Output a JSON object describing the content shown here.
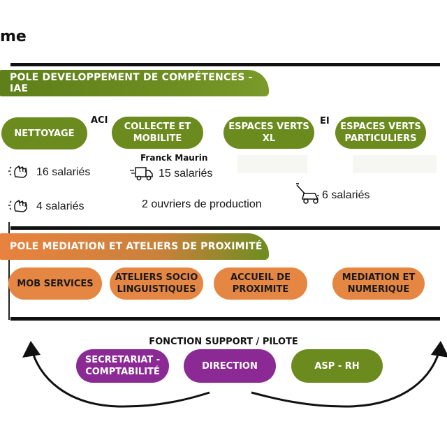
{
  "header": {
    "logo_text": "me"
  },
  "pole1": {
    "title": "POLE DEVELOPPEMENT DE COMPÉTENCES - IAE",
    "aci_label": "ACI",
    "ei_label": "EI",
    "services": [
      {
        "label": "NETTOYAGE"
      },
      {
        "label": "COLLECTE ET MOBILITE"
      },
      {
        "label": "ESPACES VERTS XL"
      },
      {
        "label": "ESPACES VERTS PARTICULIERS"
      }
    ],
    "manager_name": "Franck Maurin",
    "stats": {
      "nettoyage_salaries": "16 salariés",
      "nettoyage_salaries_2": "4 salariés",
      "collecte_salaries": "15 salariés",
      "ouvriers": "2 ouvriers de production",
      "espaces_salaries": "6 salariés"
    }
  },
  "pole2": {
    "title": "POLE MEDIATION ET ATELIERS DE PROXIMITÉ",
    "services": [
      {
        "label": "MOB SERVICES"
      },
      {
        "label": "ATELIERS SOCIO LINGUISTIQUES"
      },
      {
        "label": "ACCUEIL DE PROXIMITE"
      },
      {
        "label": "MEDIATION ET NUMERIQUE"
      }
    ]
  },
  "support": {
    "title": "FONCTION SUPPORT / PILOTE",
    "items": [
      {
        "label": "SECRETARIAT - COMPTABILITÉ"
      },
      {
        "label": "DIRECTION"
      },
      {
        "label": "ASP - RH"
      }
    ]
  },
  "colors": {
    "green": "#6c8b1f",
    "orange": "#e58643",
    "purple": "#8b2a94",
    "black": "#111111"
  },
  "icons": [
    "cleaning-hand-icon",
    "delivery-truck-icon",
    "lawn-mower-icon",
    "curved-arrow-left-icon",
    "curved-arrow-right-icon"
  ]
}
